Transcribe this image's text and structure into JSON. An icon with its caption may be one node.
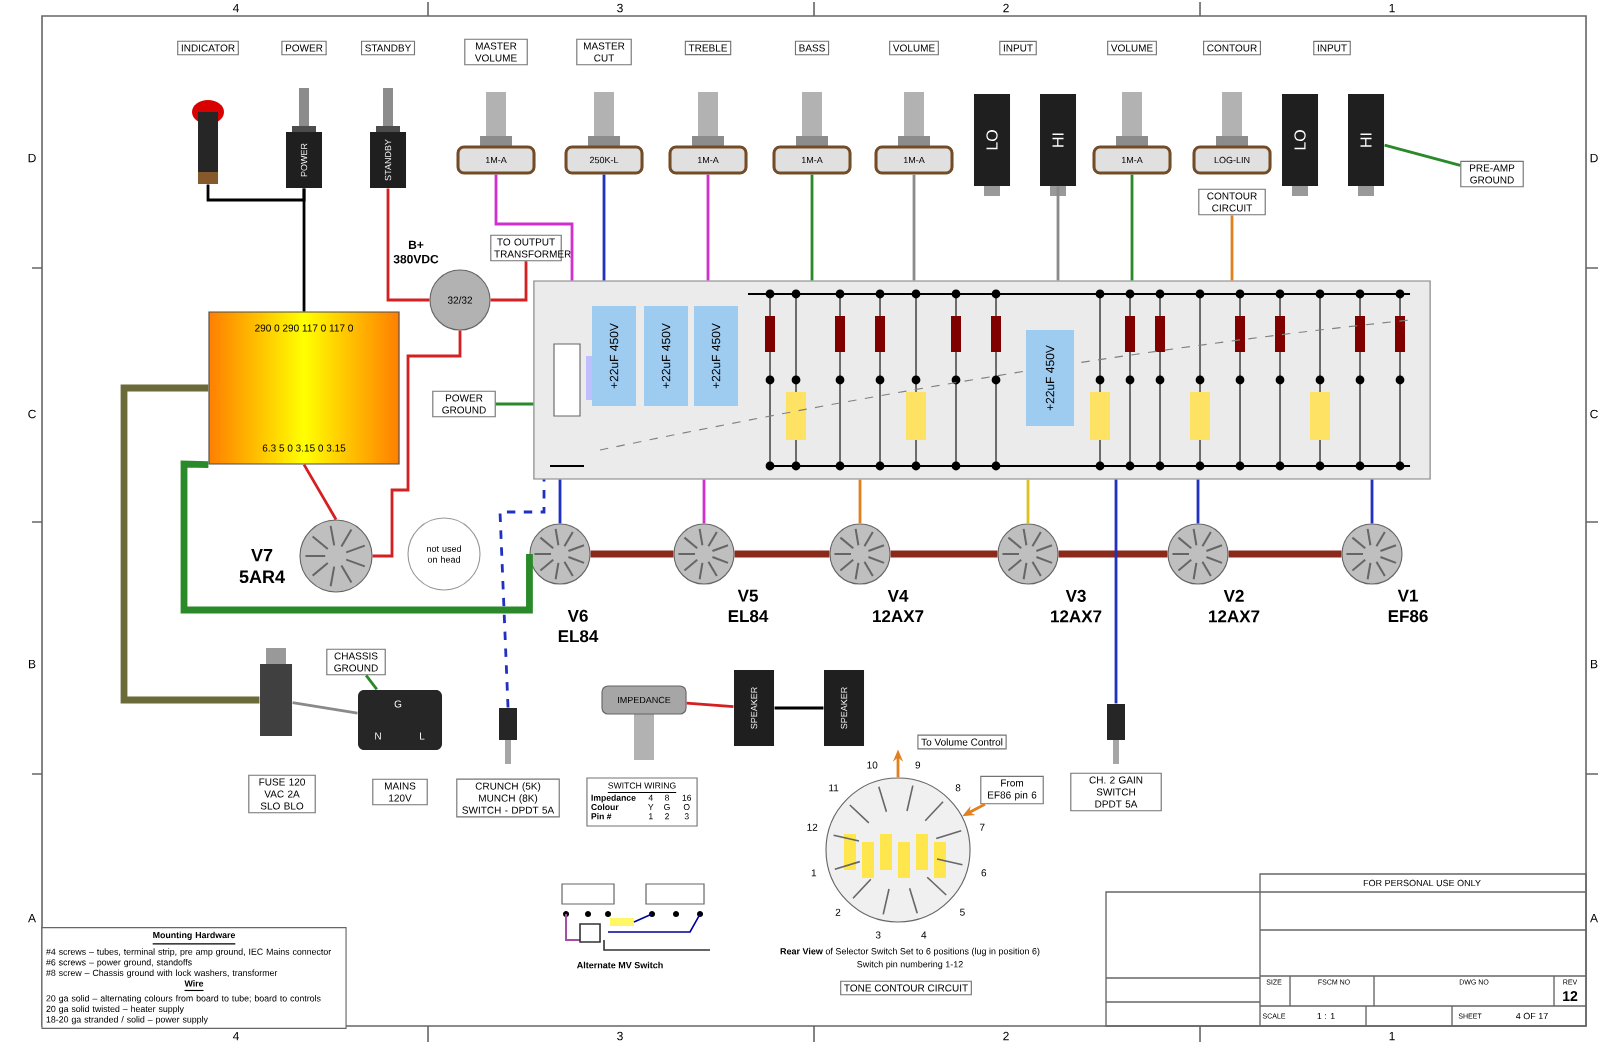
{
  "diagram": {
    "nodes": [
      {
        "text": [
          "INDICATOR"
        ]
      },
      {
        "text": [
          "POWER"
        ]
      },
      {
        "text": [
          "STANDBY"
        ]
      },
      {
        "text": [
          "MASTER VOLUME"
        ]
      },
      {
        "text": [
          "MASTER CUT"
        ]
      },
      {
        "text": [
          "TREBLE"
        ]
      },
      {
        "text": [
          "BASS"
        ]
      },
      {
        "text": [
          "VOLUME"
        ]
      },
      {
        "text": [
          "INPUT"
        ]
      },
      {
        "text": [
          "VOLUME"
        ]
      },
      {
        "text": [
          "CONTOUR"
        ]
      },
      {
        "text": [
          "INPUT"
        ]
      },
      {
        "text": [],
        "shape": "picture"
      },
      {
        "text": [
          "POWER"
        ]
      },
      {
        "text": [
          "STANDBY"
        ]
      },
      {
        "text": [
          "1M-A"
        ]
      },
      {
        "text": [
          "250K-L"
        ]
      },
      {
        "text": [
          "1M-A"
        ]
      },
      {
        "text": [
          "1M-A"
        ]
      },
      {
        "text": [
          "1M-A"
        ]
      },
      {
        "text": [
          "LO"
        ]
      },
      {
        "text": [
          "HI"
        ]
      },
      {
        "text": [
          "1M-A"
        ]
      },
      {
        "text": [
          "LOG-LIN"
        ]
      },
      {
        "text": [
          "LO"
        ]
      },
      {
        "text": [
          "HI"
        ]
      },
      {
        "text": [
          "PRE-AMP GROUND"
        ]
      },
      {
        "text": [
          "CONTOUR CIRCUIT"
        ]
      },
      {
        "text": [
          "290 0 290 117 0 117 0",
          "6.3 5 0 3.15 0 3.15"
        ]
      },
      {
        "text": [
          "32/32"
        ],
        "beside": [
          "B+ 380VDC"
        ]
      },
      {
        "text": [
          "TO OUTPUT TRANSFORMER"
        ]
      },
      {
        "text": [
          "POWER GROUND"
        ]
      },
      {
        "text": [
          "not used on head"
        ]
      },
      {
        "text": [],
        "shape": "circle",
        "beside": [
          "V7 5AR4"
        ]
      },
      {
        "text": [],
        "shape": "box"
      },
      {
        "text": [
          "+22uF 450V"
        ],
        "in": 34
      },
      {
        "text": [
          "+22uF 450V"
        ],
        "in": 34
      },
      {
        "text": [
          "+22uF 450V"
        ],
        "in": 34
      },
      {
        "text": [
          "+22uF 450V"
        ],
        "in": 34
      },
      {
        "text": [],
        "shape": "circle",
        "beside": [
          "V6 EL84"
        ]
      },
      {
        "text": [],
        "shape": "circle",
        "beside": [
          "V5 EL84"
        ]
      },
      {
        "text": [],
        "shape": "circle",
        "beside": [
          "V4 12AX7"
        ]
      },
      {
        "text": [],
        "shape": "circle",
        "beside": [
          "V3 12AX7"
        ]
      },
      {
        "text": [],
        "shape": "circle",
        "beside": [
          "V2 12AX7"
        ]
      },
      {
        "text": [],
        "shape": "circle",
        "beside": [
          "V1 EF86"
        ]
      },
      {
        "text": [
          "CHASSIS GROUND"
        ]
      },
      {
        "text": [],
        "shape": "box"
      },
      {
        "text": [
          "FUSE 120 VAC 2A SLO BLO"
        ]
      },
      {
        "text": [],
        "shape": "box"
      },
      {
        "text": [
          "MAINS 120V"
        ]
      },
      {
        "text": [],
        "shape": "box"
      },
      {
        "text": [
          "CRUNCH (5K) MUNCH (8K) SWITCH - DPDT 5A"
        ]
      },
      {
        "text": [
          "IMPEDANCE"
        ]
      },
      {
        "text": [
          "SWITCH WIRING",
          "Impedance",
          "4",
          "8",
          "16",
          "Colour",
          "Y",
          "G",
          "O",
          "Pin #",
          "1",
          "2",
          "3"
        ]
      },
      {
        "text": [
          "SPEAKER"
        ]
      },
      {
        "text": [
          "SPEAKER"
        ]
      },
      {
        "text": [
          "To Volume Control"
        ]
      },
      {
        "text": [
          "From EF86 pin 6"
        ]
      },
      {
        "text": [],
        "shape": "circle"
      },
      {
        "text": [],
        "shape": "box"
      },
      {
        "text": [
          "CH. 2 GAIN SWITCH DPDT 5A"
        ]
      },
      {
        "text": [
          "TONE CONTOUR CIRCUIT"
        ]
      },
      {
        "text": [
          "Mounting Hardware",
          "#4 screws – tubes, terminal strip, pre amp ground, IEC Mains connector",
          "#6 screws – power ground, standoffs",
          "#8 screw – Chassis ground with lock washers, transformer",
          "Wire",
          "20 ga solid – alternating colours from board to tube; board to controls",
          "20 ga solid twisted – heater supply",
          "18-20 ga stranded / solid – power supply"
        ]
      }
    ],
    "edges": [
      {
        "from": 12,
        "to": 13,
        "arrow": "none",
        "color": "#000000"
      },
      {
        "from": 13,
        "to": 28,
        "arrow": "none",
        "color": "#000000"
      },
      {
        "from": 14,
        "to": 29,
        "arrow": "none",
        "color": "#d42020"
      },
      {
        "from": 29,
        "to": 30,
        "arrow": "none",
        "color": "#d42020"
      },
      {
        "from": 33,
        "to": 29,
        "arrow": "none",
        "color": "#d42020"
      },
      {
        "from": 28,
        "to": 33,
        "arrow": "none",
        "color": "#d42020"
      },
      {
        "from": 31,
        "to": 34,
        "arrow": "none",
        "color": "#2a8a2a"
      },
      {
        "from": 28,
        "to": 39,
        "arrow": "none",
        "style": "thick",
        "color": "#2a8a2a"
      },
      {
        "from": 39,
        "to": 40,
        "arrow": "none",
        "style": "thick",
        "color": "#8b2a1a"
      },
      {
        "from": 40,
        "to": 41,
        "arrow": "none",
        "style": "thick",
        "color": "#8b2a1a"
      },
      {
        "from": 41,
        "to": 42,
        "arrow": "none",
        "style": "thick",
        "color": "#8b2a1a"
      },
      {
        "from": 42,
        "to": 43,
        "arrow": "none",
        "style": "thick",
        "color": "#8b2a1a"
      },
      {
        "from": 43,
        "to": 44,
        "arrow": "none",
        "style": "thick",
        "color": "#8b2a1a"
      },
      {
        "from": 34,
        "to": 39,
        "arrow": "none",
        "color": "#2030c0"
      },
      {
        "from": 34,
        "to": 40,
        "arrow": "none",
        "color": "#d030d0"
      },
      {
        "from": 34,
        "to": 41,
        "arrow": "none",
        "color": "#e08020"
      },
      {
        "from": 34,
        "to": 42,
        "arrow": "none",
        "color": "#e0c020"
      },
      {
        "from": 34,
        "to": 43,
        "arrow": "none",
        "color": "#2030c0"
      },
      {
        "from": 34,
        "to": 44,
        "arrow": "none",
        "color": "#2030c0"
      },
      {
        "from": 15,
        "to": 34,
        "arrow": "none",
        "color": "#d030d0"
      },
      {
        "from": 16,
        "to": 34,
        "arrow": "none",
        "color": "#2030c0"
      },
      {
        "from": 17,
        "to": 34,
        "arrow": "none",
        "color": "#d030d0"
      },
      {
        "from": 18,
        "to": 34,
        "arrow": "none",
        "color": "#2a8a2a"
      },
      {
        "from": 19,
        "to": 34,
        "arrow": "none",
        "color": "#8a8a8a"
      },
      {
        "from": 21,
        "to": 34,
        "arrow": "none",
        "color": "#8a8a8a"
      },
      {
        "from": 22,
        "to": 34,
        "arrow": "none",
        "color": "#2a8a2a"
      },
      {
        "from": 27,
        "to": 34,
        "arrow": "none",
        "color": "#e08020"
      },
      {
        "from": 25,
        "to": 26,
        "arrow": "none",
        "color": "#2a8a2a"
      },
      {
        "from": 46,
        "to": 48,
        "arrow": "none",
        "color": "#8a8a8a"
      },
      {
        "from": 46,
        "to": 28,
        "arrow": "none",
        "style": "thick",
        "color": "#6b6b3a"
      },
      {
        "from": 50,
        "to": 34,
        "arrow": "none",
        "style": "dashed",
        "color": "#2030c0"
      },
      {
        "from": 52,
        "to": 54,
        "arrow": "none",
        "color": "#d42020"
      },
      {
        "from": 54,
        "to": 55,
        "arrow": "none",
        "color": "#000000"
      },
      {
        "from": 59,
        "to": 34,
        "arrow": "none",
        "color": "#2030c0"
      },
      {
        "from": 58,
        "to": 56,
        "arrow": "to",
        "color": "#e08020"
      },
      {
        "from": 57,
        "to": 58,
        "arrow": "to",
        "color": "#e08020"
      },
      {
        "from": 45,
        "to": 48,
        "arrow": "none",
        "color": "#2a8a2a"
      }
    ],
    "labels": [
      "4",
      "3",
      "2",
      "1",
      "D",
      "D",
      "C",
      "C",
      "B",
      "B",
      "A",
      "A",
      "10",
      "9",
      "11",
      "8",
      "12",
      "7",
      "1",
      "6",
      "2",
      "5",
      "3",
      "4",
      "**Rear View** of Selector Switch Set to 6 positions (lug in position 6)",
      "Alternate MV Switch",
      "Switch pin numbering 1-12",
      "FOR PERSONAL USE ONLY",
      "SIZE",
      "FSCM NO",
      "DWG NO",
      "REV",
      "12",
      "SCALE",
      "1 : 1",
      "SHEET",
      "4 OF 17",
      "4",
      "3",
      "2",
      "1",
      "G",
      "N",
      "L"
    ]
  }
}
